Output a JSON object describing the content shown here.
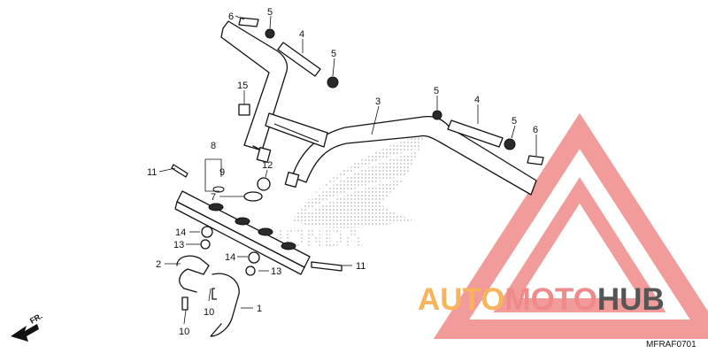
{
  "diagram": {
    "code": "MFRAF0701",
    "direction_label": "FR.",
    "background_logo_text": "HONDA",
    "callouts": {
      "c1": "1",
      "c2": "2",
      "c3": "3",
      "c4a": "4",
      "c4b": "4",
      "c5a": "5",
      "c5b": "5",
      "c5c": "5",
      "c5d": "5",
      "c6a": "6",
      "c6b": "6",
      "c7": "7",
      "c8": "8",
      "c9": "9",
      "c10a": "10",
      "c10b": "10",
      "c11a": "11",
      "c11b": "11",
      "c12": "12",
      "c13a": "13",
      "c13b": "13",
      "c14a": "14",
      "c14b": "14",
      "c15": "15"
    }
  },
  "watermark": {
    "part1": "AUTO",
    "part2": "MOTO",
    "part3": "HUB",
    "colors": {
      "orange": "#f7b45a",
      "red": "#f08a8a",
      "gray": "#555555"
    }
  }
}
